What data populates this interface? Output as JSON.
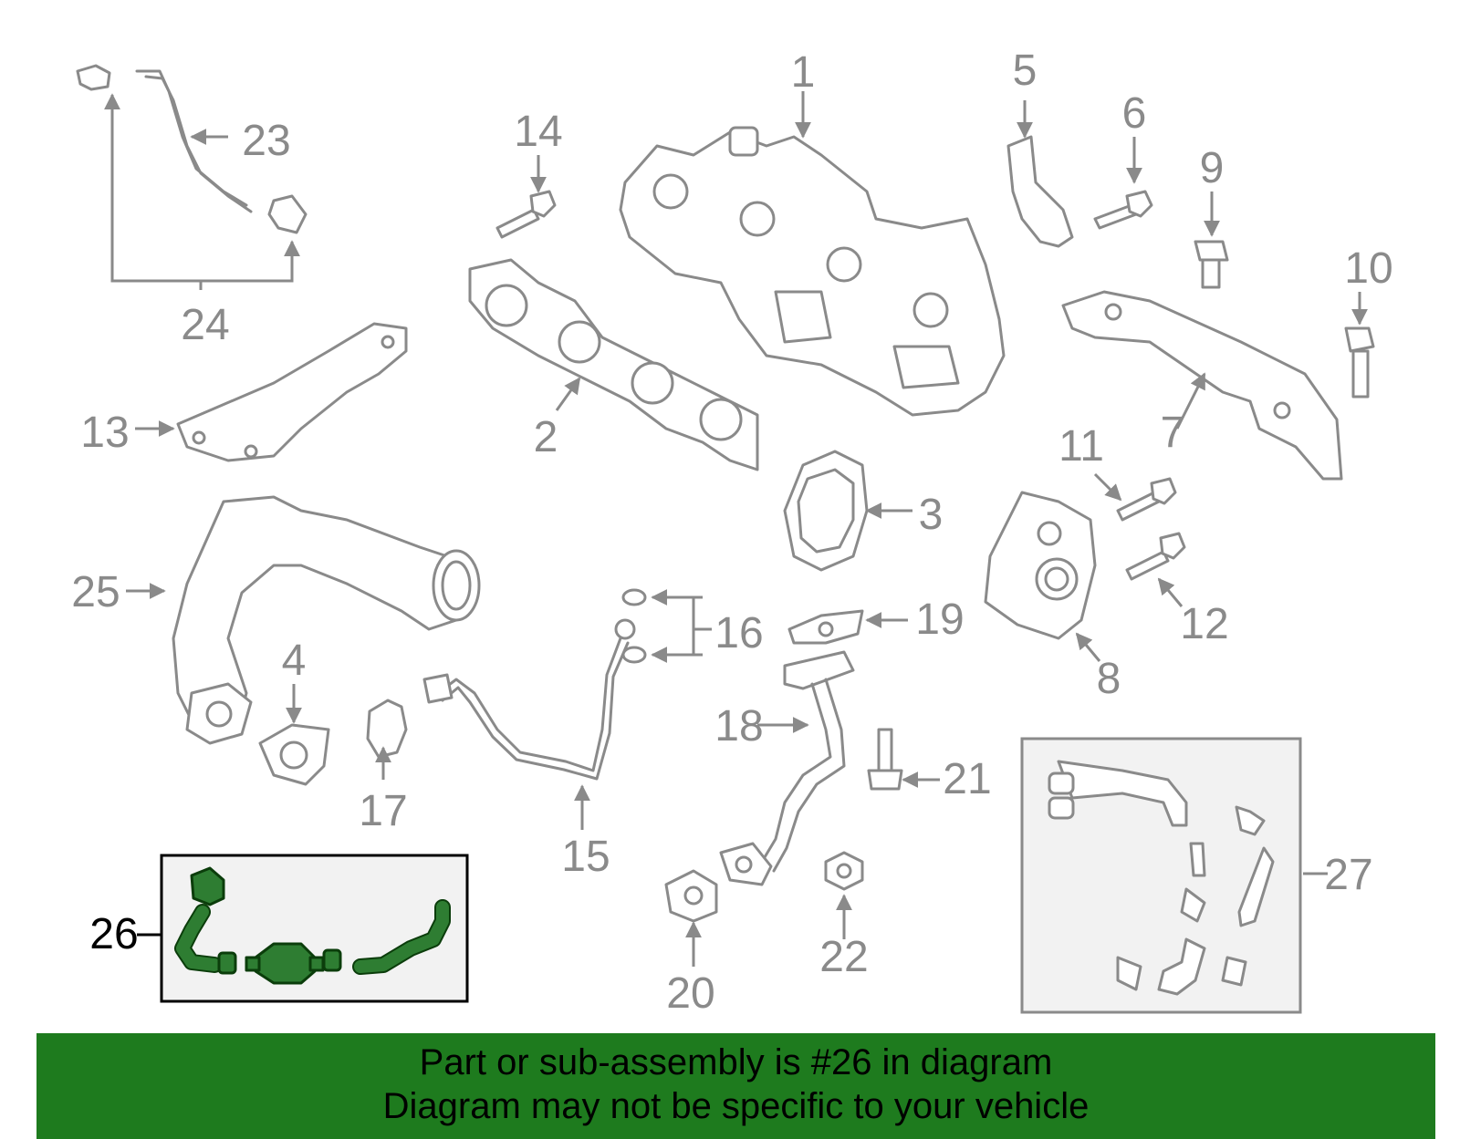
{
  "callouts": {
    "c1": "1",
    "c2": "2",
    "c3": "3",
    "c4": "4",
    "c5": "5",
    "c6": "6",
    "c7": "7",
    "c8": "8",
    "c9": "9",
    "c10": "10",
    "c11": "11",
    "c12": "12",
    "c13": "13",
    "c14": "14",
    "c15": "15",
    "c16": "16",
    "c17": "17",
    "c18": "18",
    "c19": "19",
    "c20": "20",
    "c21": "21",
    "c22": "22",
    "c23": "23",
    "c24": "24",
    "c25": "25",
    "c26": "26",
    "c27": "27"
  },
  "highlight": {
    "part_number": "26",
    "color": "#2e7d32"
  },
  "banner": {
    "line1": "Part or sub-assembly is #26 in diagram",
    "line2": "Diagram may not be specific to your vehicle",
    "background": "#1e7b1e"
  }
}
